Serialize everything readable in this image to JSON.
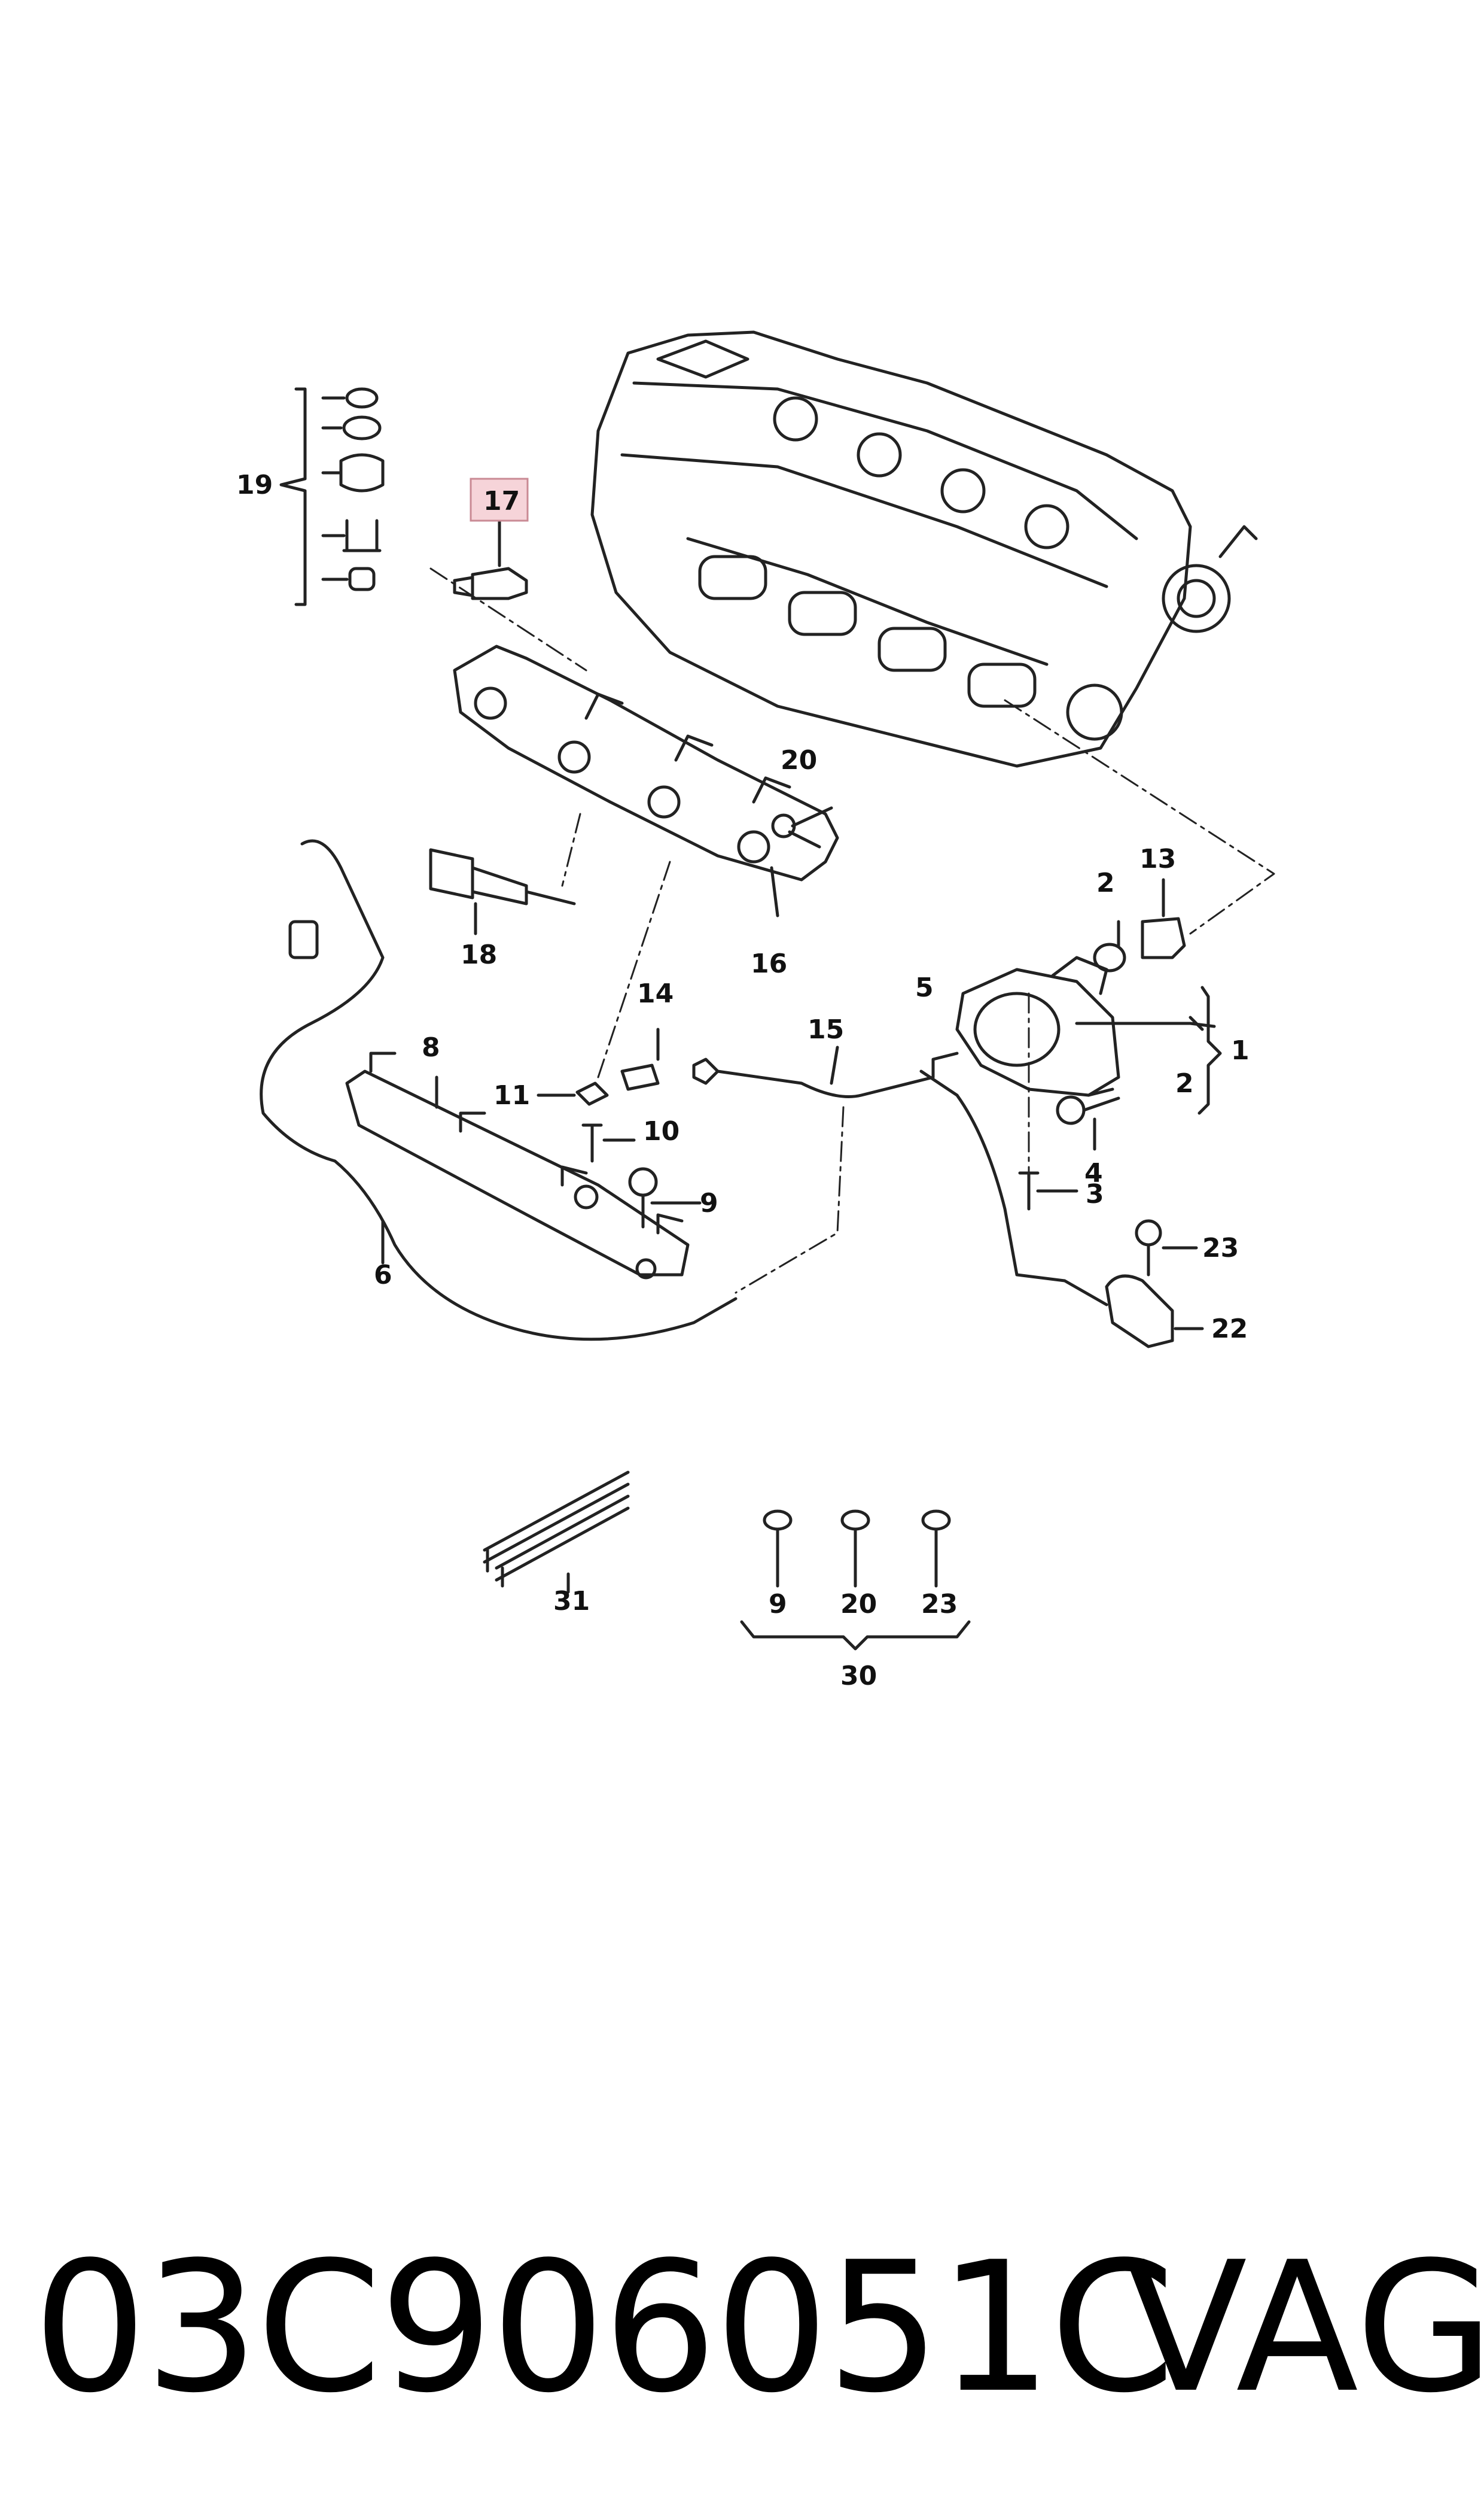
{
  "callouts": [
    "1",
    "2",
    "2",
    "3",
    "4",
    "5",
    "6",
    "8",
    "9",
    "10",
    "11",
    "13",
    "14",
    "15",
    "16",
    "17",
    "18",
    "19",
    "20",
    "22",
    "23",
    "31",
    "9",
    "20",
    "23",
    "30"
  ],
  "highlighted_callout": "17",
  "colors": {
    "line": "#222222",
    "highlight_fill": "#f6d4d9",
    "highlight_border": "#c98a94"
  },
  "footer": {
    "part_number": "03C906051C",
    "brand": "VAG"
  }
}
